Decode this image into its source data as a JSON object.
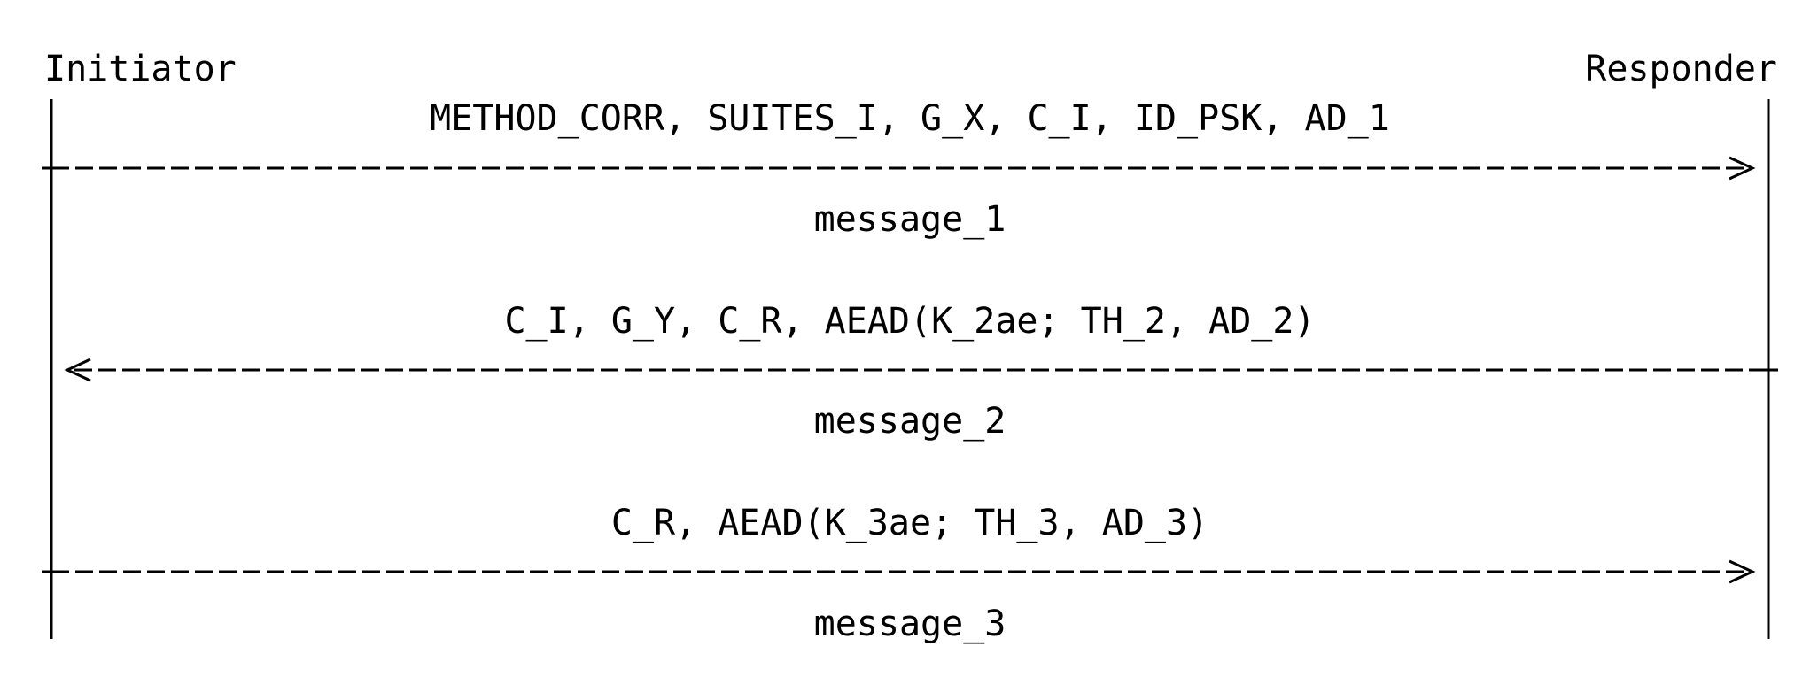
{
  "participants": {
    "initiator": "Initiator",
    "responder": "Responder"
  },
  "messages": [
    {
      "content": "METHOD_CORR, SUITES_I, G_X, C_I, ID_PSK, AD_1",
      "label": "message_1",
      "direction": "initiator-to-responder"
    },
    {
      "content": "C_I, G_Y, C_R, AEAD(K_2ae; TH_2, AD_2)",
      "label": "message_2",
      "direction": "responder-to-initiator"
    },
    {
      "content": "C_R, AEAD(K_3ae; TH_3, AD_3)",
      "label": "message_3",
      "direction": "initiator-to-responder"
    }
  ]
}
